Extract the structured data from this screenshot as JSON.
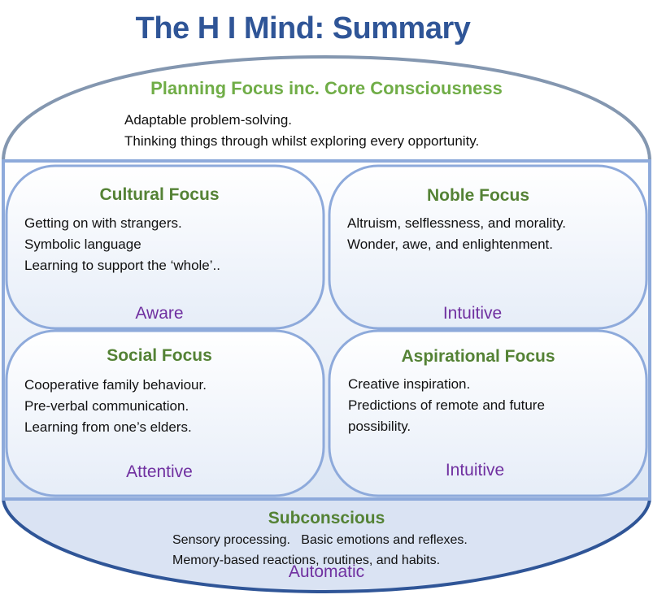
{
  "title": "The H I Mind: Summary",
  "colors": {
    "title": "#2f5597",
    "heading_green": "#548235",
    "planning_green": "#70ad47",
    "state_purple": "#7030a0",
    "border_blue": "#8eaadb",
    "dark_blue": "#2f5597"
  },
  "planning": {
    "heading": "Planning Focus inc. Core Consciousness",
    "lines": [
      "Adaptable problem-solving.",
      "Thinking things through whilst exploring every opportunity."
    ]
  },
  "quadrants": [
    {
      "heading": "Cultural Focus",
      "lines": [
        "Getting on with strangers.",
        "Symbolic language",
        "Learning to support the ‘whole’.."
      ],
      "state": "Aware"
    },
    {
      "heading": "Noble Focus",
      "lines": [
        "Altruism, selflessness, and morality.",
        "Wonder, awe, and enlightenment."
      ],
      "state": "Intuitive"
    },
    {
      "heading": "Social Focus",
      "lines": [
        "Cooperative family behaviour.",
        "Pre-verbal communication.",
        "Learning from one’s elders."
      ],
      "state": "Attentive"
    },
    {
      "heading": "Aspirational Focus",
      "lines": [
        "Creative inspiration.",
        "Predictions of remote and future",
        "possibility."
      ],
      "state": "Intuitive"
    }
  ],
  "subconscious": {
    "heading": "Subconscious",
    "lines": [
      "Sensory processing.   Basic emotions and reflexes.",
      "Memory-based reactions, routines, and habits."
    ],
    "state": "Automatic"
  }
}
